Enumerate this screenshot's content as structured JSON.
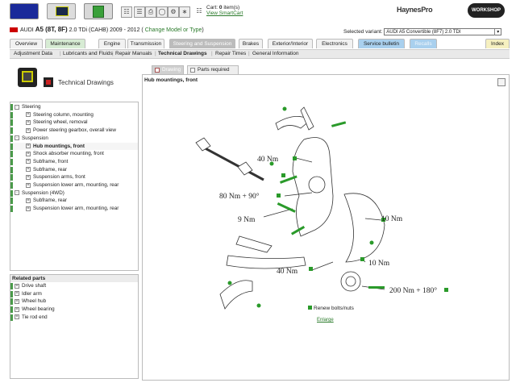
{
  "toolbar": {
    "cart_label": "Cart:",
    "cart_count": "0",
    "cart_items_label": "item(s)",
    "view_cart": "View SmartCart",
    "brand1": "HaynesPro",
    "brand2": "WORKSHOP DATA"
  },
  "vehicle": {
    "make": "AUDI",
    "model": "A5 (8T, 8F)",
    "engine": "2.0 TDi (CAHB) 2009 - 2012 (",
    "change_link": "Change Model or Type",
    "close_paren": ")",
    "variant_label": "Selected variant:",
    "variant_value": "AUDI  A5 Convertible (8F7)  2.0 TDI"
  },
  "tabs": [
    {
      "label": "Overview"
    },
    {
      "label": "Maintenance"
    },
    {
      "label": "Engine"
    },
    {
      "label": "Transmission"
    },
    {
      "label": "Steering and Suspension"
    },
    {
      "label": "Brakes"
    },
    {
      "label": "Exterior/Interior"
    },
    {
      "label": "Electronics"
    },
    {
      "label": "Service bulletin"
    },
    {
      "label": "Recalls"
    },
    {
      "label": "Index"
    }
  ],
  "subnav": [
    {
      "label": "Adjustment Data"
    },
    {
      "label": "Lubricants and Fluids"
    },
    {
      "label": "Repair Manuals"
    },
    {
      "label": "Technical Drawings"
    },
    {
      "label": "Repair Times"
    },
    {
      "label": "General Information"
    }
  ],
  "panel_title": "Technical Drawings",
  "tree": [
    {
      "label": "Steering"
    },
    {
      "label": "Steering column, mounting"
    },
    {
      "label": "Steering wheel, removal"
    },
    {
      "label": "Power steering gearbox, overall view"
    },
    {
      "label": "Suspension"
    },
    {
      "label": "Hub mountings, front"
    },
    {
      "label": "Shock absorber mounting, front"
    },
    {
      "label": "Subframe, front"
    },
    {
      "label": "Subframe, rear"
    },
    {
      "label": "Suspension arms, front"
    },
    {
      "label": "Suspension lower arm, mounting, rear"
    },
    {
      "label": "Suspension (4WD)"
    },
    {
      "label": "Subframe, rear"
    },
    {
      "label": "Suspension lower arm, mounting, rear"
    }
  ],
  "related": {
    "header": "Related parts",
    "items": [
      {
        "label": "Drive shaft"
      },
      {
        "label": "Idler arm"
      },
      {
        "label": "Wheel hub"
      },
      {
        "label": "Wheel bearing"
      },
      {
        "label": "Tie rod end"
      }
    ]
  },
  "content_tabs": [
    {
      "label": "Drawing"
    },
    {
      "label": "Parts required"
    }
  ],
  "drawing": {
    "title": "Hub mountings, front",
    "torques": [
      "40 Nm",
      "80 Nm + 90°",
      "9 Nm",
      "10 Nm",
      "10 Nm",
      "40 Nm",
      "200 Nm + 180°"
    ],
    "legend": "Renew bolts/nuts",
    "enlarge": "Enlarge",
    "accent": "#2a9a2a"
  }
}
